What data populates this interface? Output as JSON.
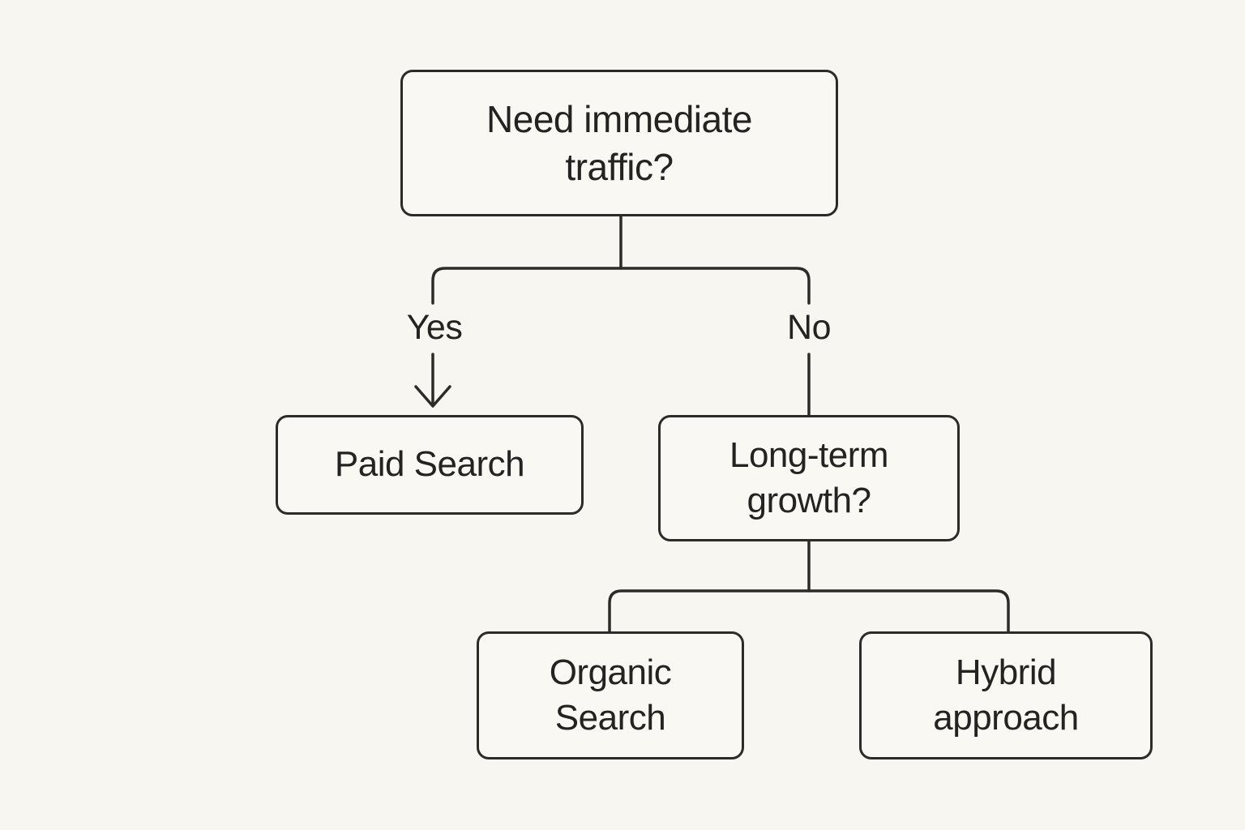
{
  "diagram": {
    "type": "decision-tree-flowchart",
    "nodes": {
      "root": {
        "label": "Need immediate traffic?"
      },
      "paid": {
        "label": "Paid Search"
      },
      "longterm": {
        "label": "Long-term growth?"
      },
      "organic": {
        "label": "Organic Search"
      },
      "hybrid": {
        "label": "Hybrid approach"
      }
    },
    "edges": {
      "yes": {
        "label": "Yes",
        "from": "root",
        "to": "paid"
      },
      "no": {
        "label": "No",
        "from": "root",
        "to": "longterm"
      },
      "branch1": {
        "from": "longterm",
        "to": "organic"
      },
      "branch2": {
        "from": "longterm",
        "to": "hybrid"
      }
    },
    "colors": {
      "background": "#f8f6f0",
      "node_fill": "#faf8f3",
      "line": "#2b2b28",
      "text": "#232321"
    }
  }
}
